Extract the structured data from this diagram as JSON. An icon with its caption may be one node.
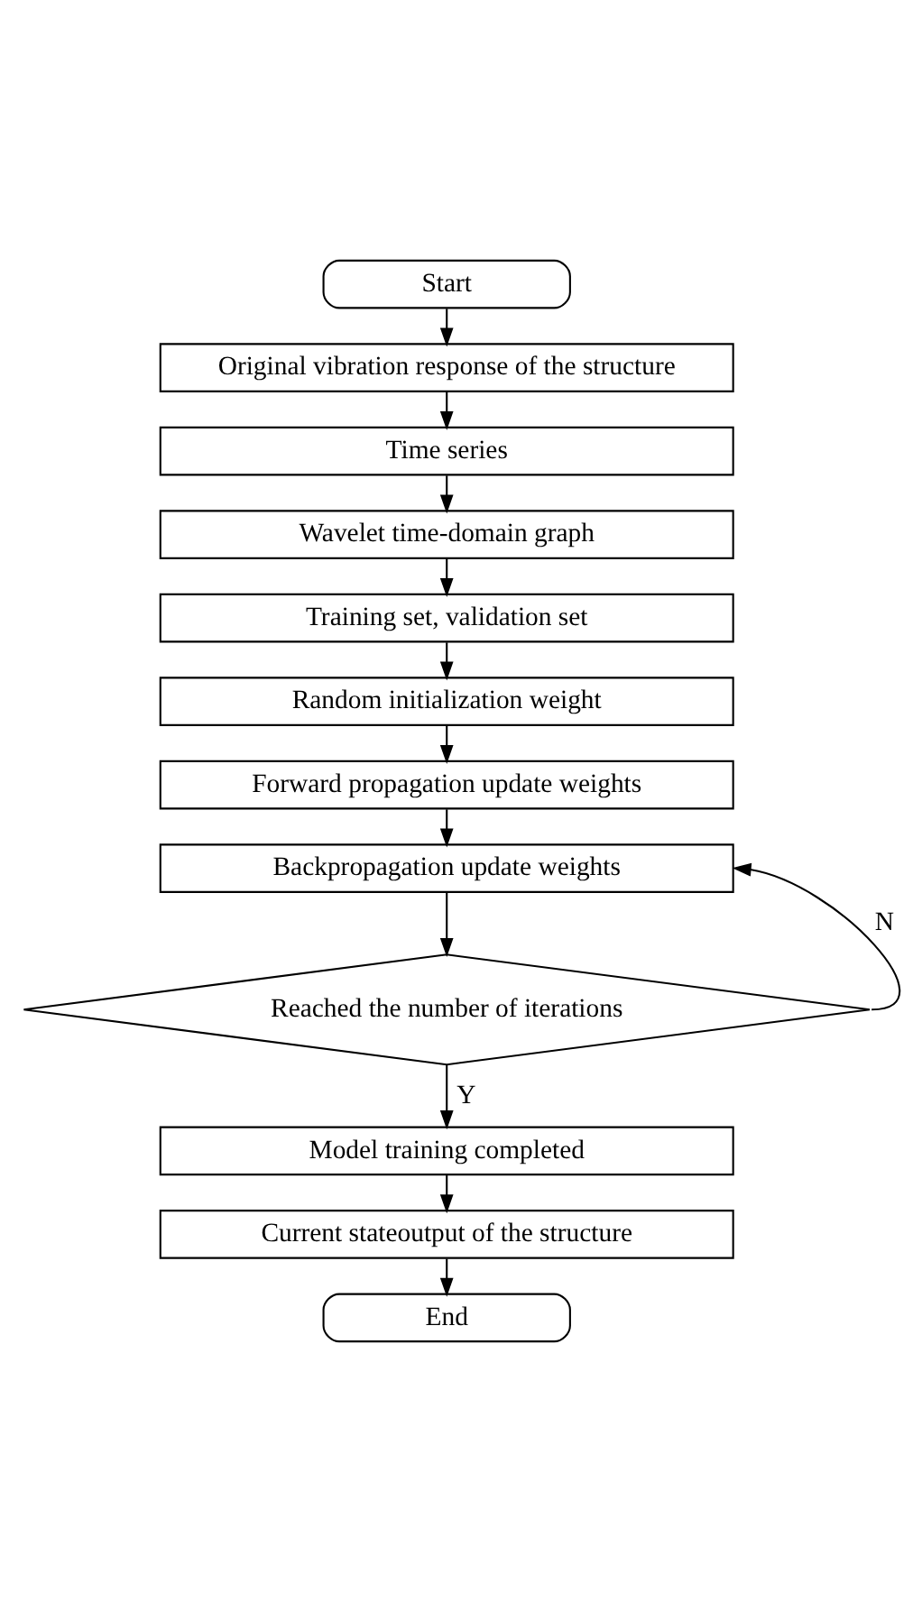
{
  "diagram": {
    "nodes": [
      {
        "text": [
          "Start"
        ]
      },
      {
        "text": [
          "Original vibration response of the structure"
        ]
      },
      {
        "text": [
          "Time series"
        ]
      },
      {
        "text": [
          "Wavelet time-domain graph"
        ]
      },
      {
        "text": [
          "Training set, validation set"
        ]
      },
      {
        "text": [
          "Random initialization weight"
        ]
      },
      {
        "text": [
          "Forward propagation update weights"
        ]
      },
      {
        "text": [
          "Backpropagation update weights"
        ]
      },
      {
        "text": [
          "Reached the number of iterations"
        ]
      },
      {
        "text": [
          "Model training completed"
        ]
      },
      {
        "text": [
          "Current stateoutput of the structure"
        ]
      },
      {
        "text": [
          "End"
        ]
      }
    ],
    "edges": [
      {
        "from": 0,
        "to": 1,
        "arrow": "to"
      },
      {
        "from": 1,
        "to": 2,
        "arrow": "to"
      },
      {
        "from": 2,
        "to": 3,
        "arrow": "to"
      },
      {
        "from": 3,
        "to": 4,
        "arrow": "to"
      },
      {
        "from": 4,
        "to": 5,
        "arrow": "to"
      },
      {
        "from": 5,
        "to": 6,
        "arrow": "to"
      },
      {
        "from": 6,
        "to": 7,
        "arrow": "to"
      },
      {
        "from": 7,
        "to": 8,
        "arrow": "to"
      },
      {
        "from": 8,
        "to": 9,
        "arrow": "to",
        "label": "Y"
      },
      {
        "from": 9,
        "to": 10,
        "arrow": "to"
      },
      {
        "from": 10,
        "to": 11,
        "arrow": "to"
      },
      {
        "from": 8,
        "to": 7,
        "arrow": "to",
        "label": "N"
      }
    ]
  }
}
